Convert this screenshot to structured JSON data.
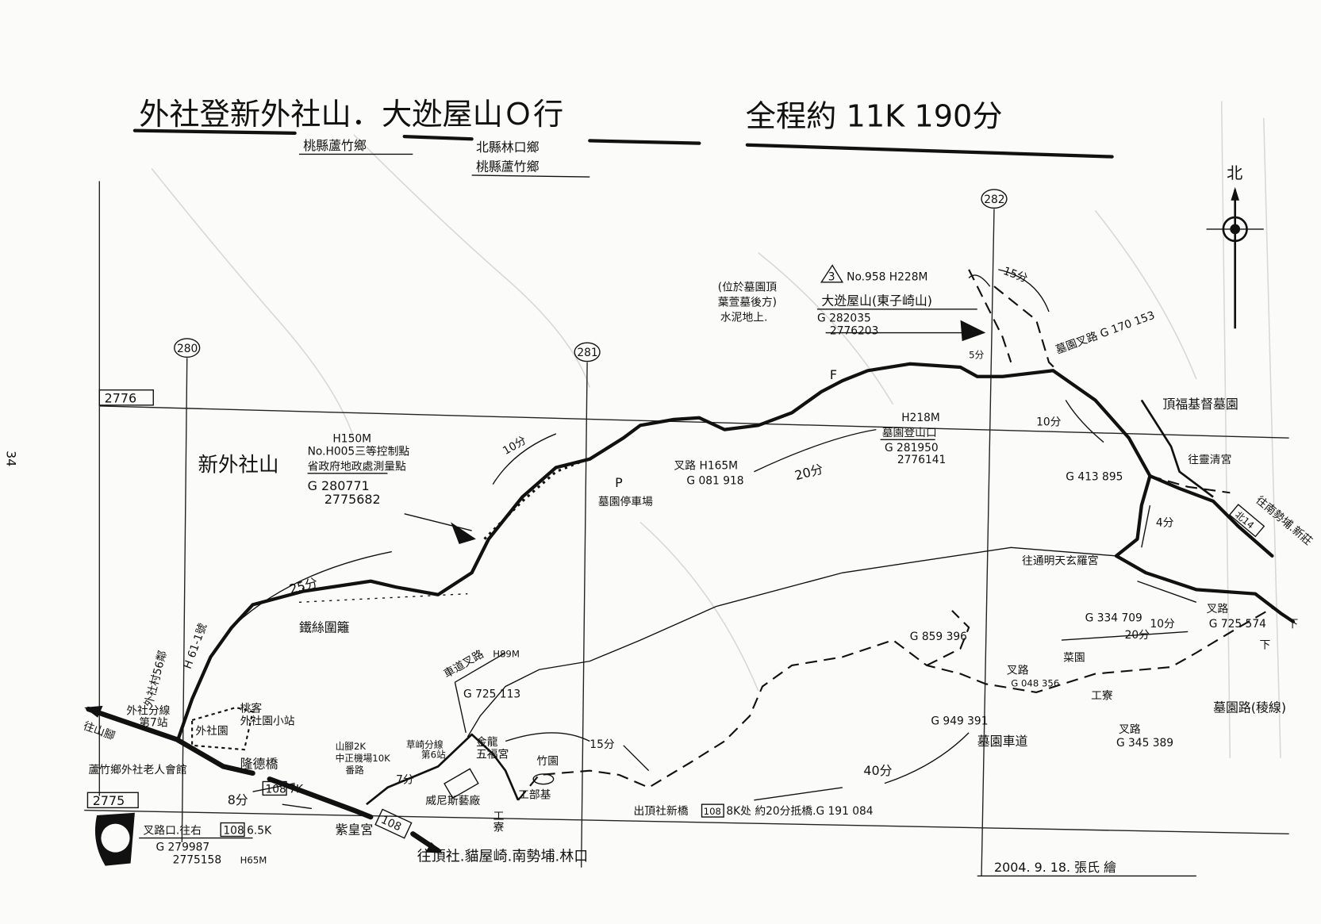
{
  "page_number": "34",
  "title": {
    "main": "外社登新外社山．大迯屋山Ｏ行",
    "total": "全程約 11K 190分",
    "sub_left": "桃縣蘆竹鄉",
    "sub_mid_1": "北縣林口鄉",
    "sub_mid_2": "桃縣蘆竹鄉"
  },
  "compass": {
    "north": "北"
  },
  "grid": {
    "x_280": "280",
    "x_281": "281",
    "x_282": "282",
    "y_2776": "2776",
    "y_2775": "2775"
  },
  "roads": {
    "r108a": "108",
    "r108b": "108",
    "r108c": "108",
    "r108d": "108",
    "north14": "北14"
  },
  "labels": {
    "xinwaishe": "新外社山",
    "h150": "H150M",
    "cp1": "No.H005三等控制點",
    "cp2": "省政府地政處測量點",
    "g1a": "G 280771",
    "g1b": "2775682",
    "min25": "25分",
    "fence": "鐵絲圍籬",
    "min10a": "10分",
    "village": "外社村56鄰",
    "h61": "H 61-1號",
    "bus1": "外社分線",
    "bus1b": "第7站",
    "park": "外社園",
    "tk1": "桃客",
    "tk2": "外社園小站",
    "bridge": "隆德橋",
    "hall": "蘆竹鄉外社老人會館",
    "to_shanjiao": "往山腳",
    "min8": "8分",
    "k7": "7K",
    "sj1": "山腳2K",
    "sj2": "中正機場10K",
    "sj3": "番路",
    "zihuang": "紫皇宮",
    "junc1": "叉路口.往右",
    "k65": "6.5K",
    "g2a": "G 279987",
    "g2b": "2775158",
    "h65": "H65M",
    "to_dingshe": "往頂社.貓屋崎.南勢埔.林口",
    "chedao": "車道叉路",
    "h89": "H89M",
    "g3": "G 725 113",
    "bus2": "草崎分線",
    "bus2b": "第6站",
    "jinlong": "金龍",
    "wufu": "五福宮",
    "venice": "威尼斯藝廠",
    "gongliao": "工寮",
    "gongbu": "工部基",
    "zhuyuan": "竹園",
    "min15a": "15分",
    "min7": "7分",
    "bridge2a": "出頂社新橋",
    "bridge2b": "8K处 約20分抵橋.G 191 084",
    "min40": "40分",
    "p": "P",
    "parking": "墓園停車場",
    "junc2": "叉路 H165M",
    "g4": "G 081 918",
    "min20a": "20分",
    "h218": "H218M",
    "trailhead": "墓園登山口",
    "g5a": "G 281950",
    "g5b": "2776141",
    "f1": "F",
    "loc1": "(位於墓園頂",
    "loc2": "葉萱墓後方)",
    "loc3": "水泥地上.",
    "peak_no": "No.958 H228M",
    "peak_num": "3",
    "peak": "大迯屋山(東子崎山)",
    "g6a": "G 282035",
    "g6b": "2776203",
    "min15b": "15分",
    "min5": "5分",
    "mjunc": "墓園叉路 G 170 153",
    "dingfu": "頂福基督墓園",
    "min10b": "10分",
    "lingqing": "往靈清宮",
    "g7": "G 413 895",
    "to_nanshi": "往南勢埔.新莊",
    "min4": "4分",
    "tongming": "往通明天玄羅宮",
    "g8": "G 334 709",
    "min10c": "10分",
    "junc3": "叉路",
    "g9": "G 725 574",
    "xia1": "下",
    "xia2": "下",
    "min20b": "20分",
    "junc4": "叉路",
    "g10": "G 048 356",
    "caiyuan": "菜園",
    "gongliao2": "工寮",
    "junc5": "叉路",
    "g11": "G 345 389",
    "ridge": "墓園路(稜線)",
    "g12": "G 859 396",
    "g13": "G 949 391",
    "cemroad": "墓園車道",
    "signature": "2004. 9. 18.  張氏 繪"
  }
}
